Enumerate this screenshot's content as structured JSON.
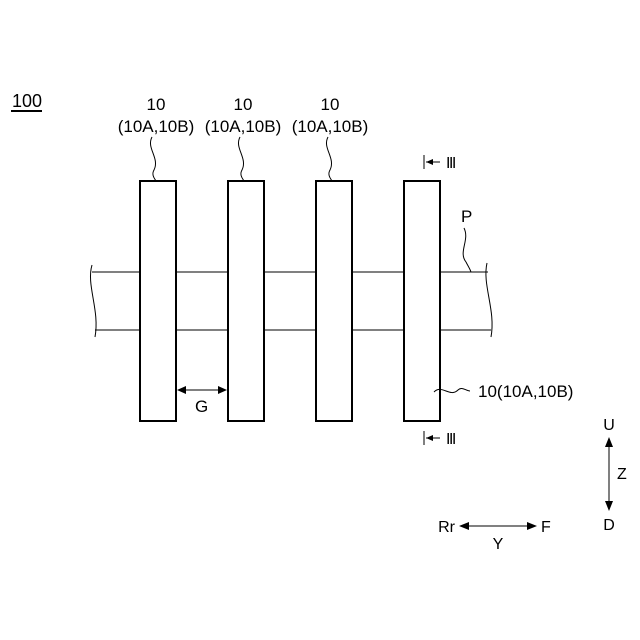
{
  "figure": {
    "ref_number": "100",
    "plates": [
      {
        "number": "10",
        "sub": "(10A,10B)"
      },
      {
        "number": "10",
        "sub": "(10A,10B)"
      },
      {
        "number": "10",
        "sub": "(10A,10B)"
      },
      {
        "number": "10",
        "sub": "(10A,10B)"
      }
    ],
    "last_plate_label": "10(10A,10B)",
    "pipe_label": "P",
    "gap_label": "G",
    "section_top": "Ⅲ",
    "section_bottom": "Ⅲ",
    "axis": {
      "up": "U",
      "down": "D",
      "vertical": "Z",
      "rear": "Rr",
      "front": "F",
      "horizontal": "Y"
    }
  }
}
